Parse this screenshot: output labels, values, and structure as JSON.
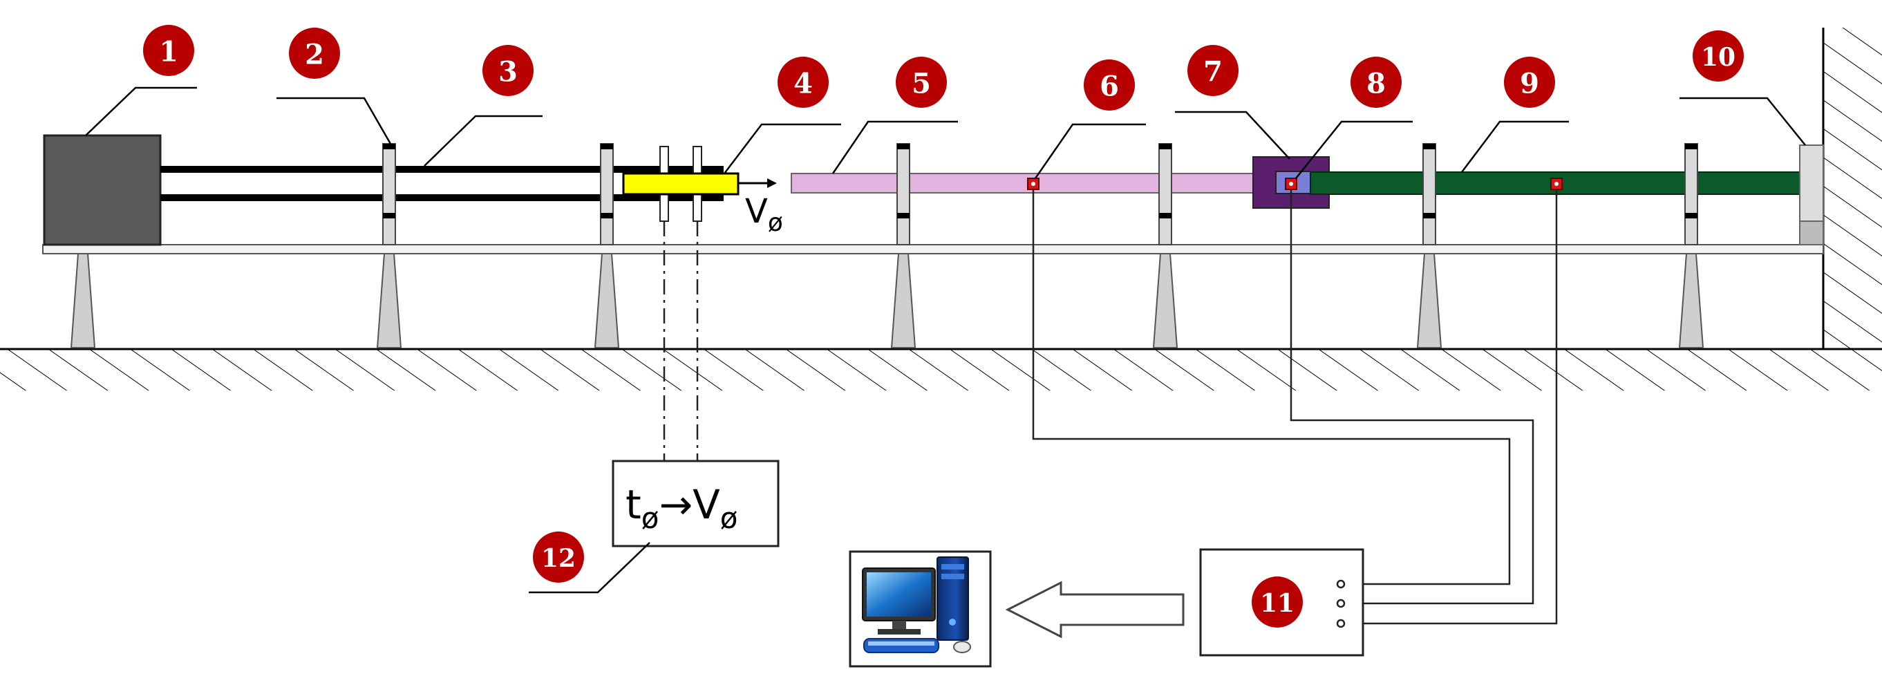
{
  "labels": {
    "n1": "1",
    "n2": "2",
    "n3": "3",
    "n4": "4",
    "n5": "5",
    "n6": "6",
    "n7": "7",
    "n8": "8",
    "n9": "9",
    "n10": "10",
    "n11": "11",
    "n12": "12"
  },
  "velocity_symbol": "V",
  "velocity_subscript": "ø",
  "timer_box": {
    "t": "t",
    "t_sub": "ø",
    "arrow": "→",
    "v": "V",
    "v_sub": "ø"
  },
  "colors": {
    "badge": "#b80000",
    "gas_gun": "#5a5a5a",
    "striker": "#ffff00",
    "incident_bar": "#e3b3df",
    "specimen_holder": "#5c1f6e",
    "specimen": "#7a7fd6",
    "transmitted_bar": "#0c5a2a",
    "strain_gauge": "#d61515",
    "support": "#cfcfcf"
  },
  "icons": {
    "computer": "computer-icon",
    "arrow": "hollow-arrow-icon"
  }
}
